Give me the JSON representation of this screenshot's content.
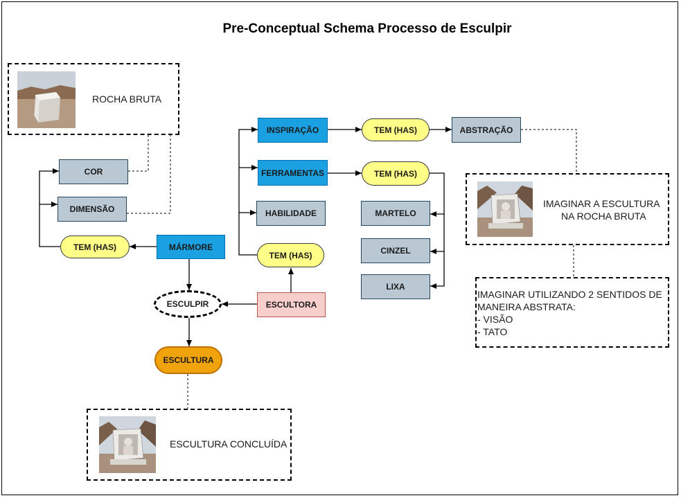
{
  "title": "Pre-Conceptual Schema Processo de Esculpir",
  "nodes": {
    "cor": "COR",
    "dimensao": "DIMENSÃO",
    "tem_has_left": "TEM (HAS)",
    "marmore": "MÁRMORE",
    "esculpir": "ESCULPIR",
    "escultora": "ESCULTORA",
    "escultura": "ESCULTURA",
    "tem_has_center": "TEM (HAS)",
    "habilidade": "HABILIDADE",
    "ferramentas": "FERRAMENTAS",
    "inspiracao": "INSPIRAÇÃO",
    "tem_has_inspiracao": "TEM (HAS)",
    "tem_has_ferramentas": "TEM (HAS)",
    "abstracao": "ABSTRAÇÃO",
    "martelo": "MARTELO",
    "cinzel": "CINZEL",
    "lixa": "LIXA"
  },
  "notes": {
    "rocha_bruta": "ROCHA BRUTA",
    "imaginar_escultura": [
      "IMAGINAR A ESCULTURA",
      "NA ROCHA BRUTA"
    ],
    "imaginar_sentidos": [
      "IMAGINAR UTILIZANDO 2 SENTIDOS DE",
      "MANEIRA ABSTRATA:",
      "- VISÃO",
      "- TATO"
    ],
    "escultura_concluida": "ESCULTURA CONCLUÍDA"
  },
  "colors": {
    "grey": "#bac8d3",
    "blue": "#1ba1e2",
    "yellow": "#ffff88",
    "pink": "#f8cecc",
    "orange": "#f0a30a"
  }
}
